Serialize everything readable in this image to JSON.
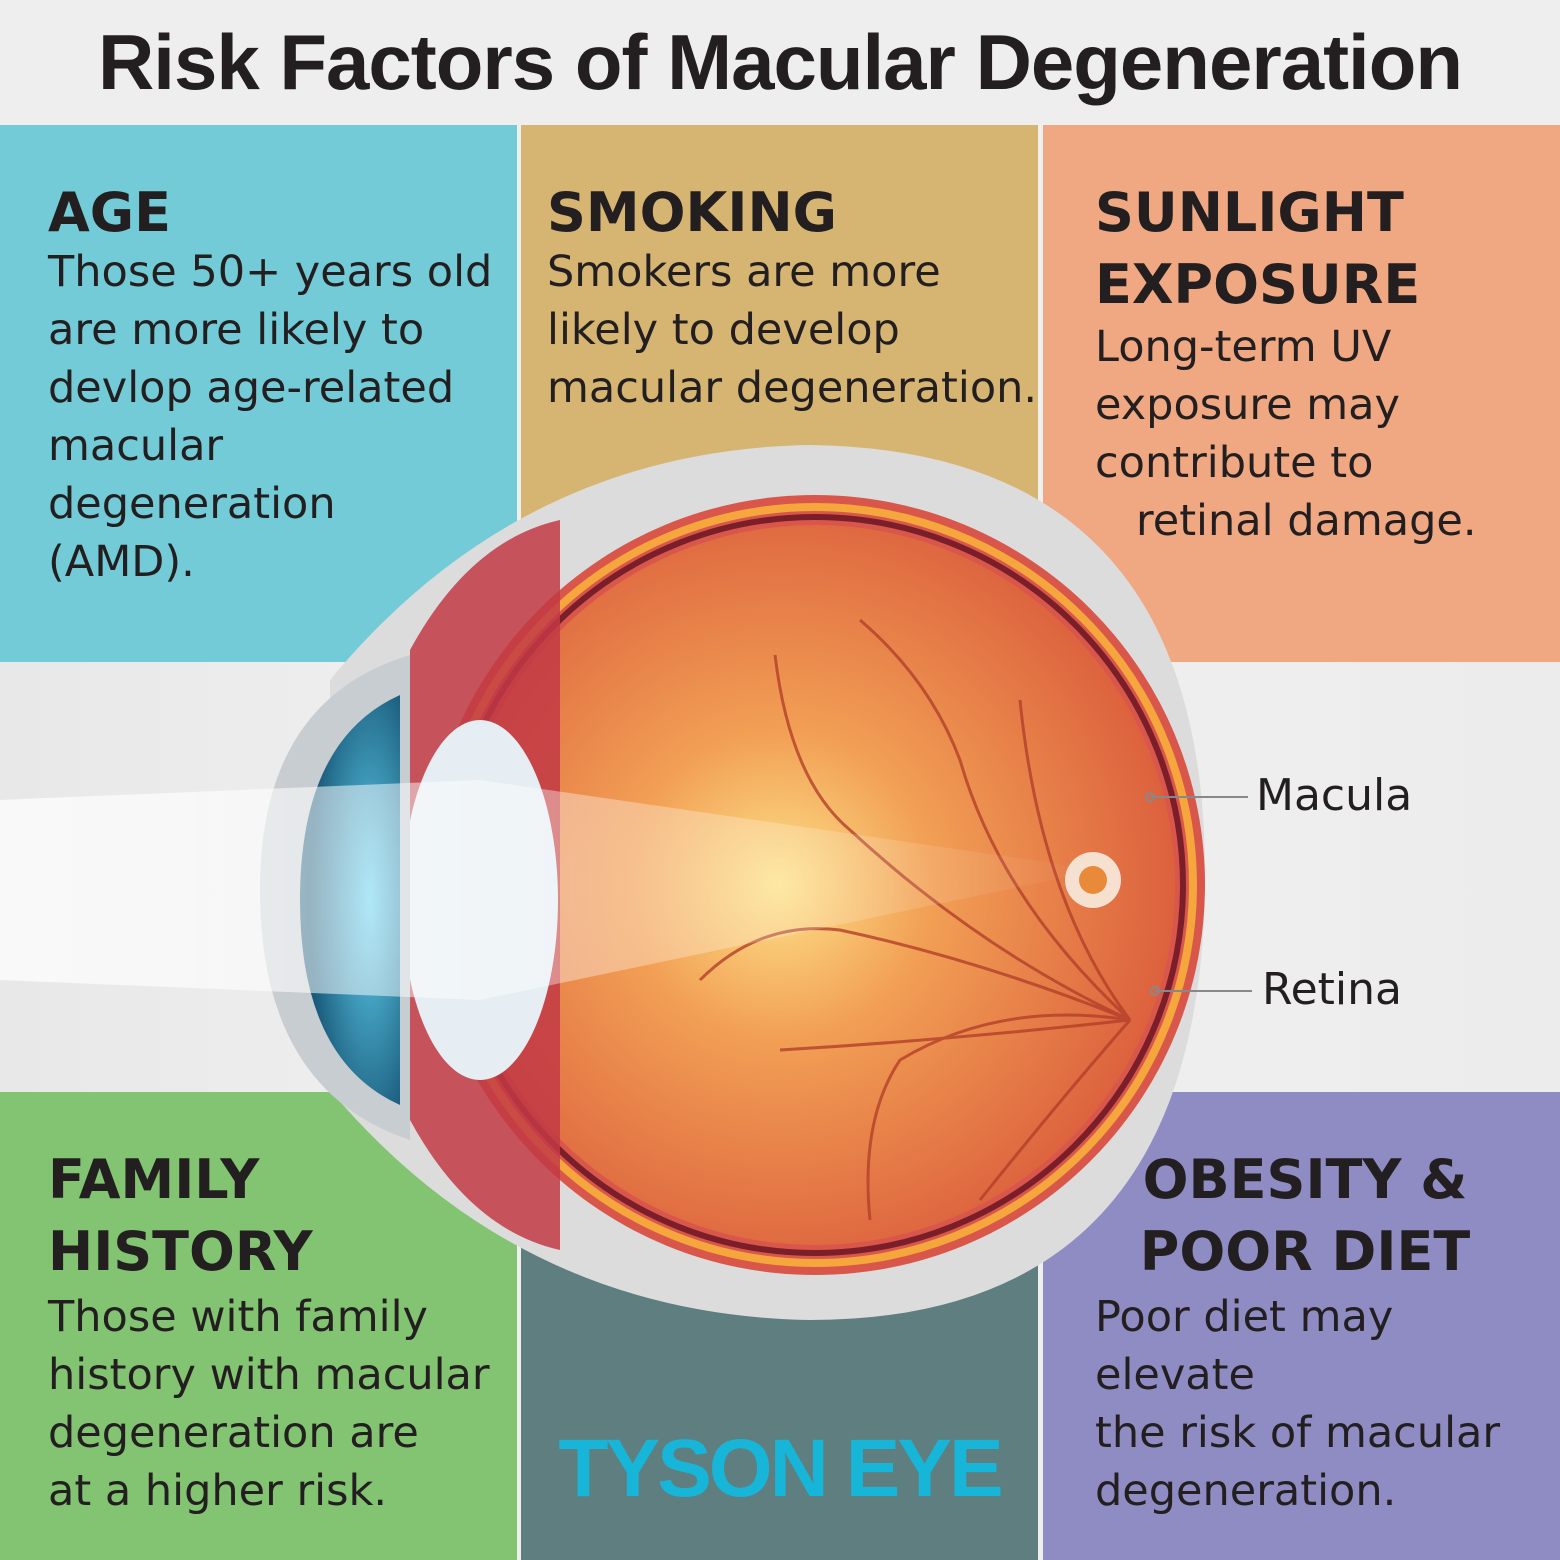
{
  "title": "Risk Factors of Macular Degeneration",
  "panels": {
    "age": {
      "heading": "AGE",
      "text": "Those 50+ years old\nare more likely to\ndevlop age-related\nmacular degeneration\n(AMD)."
    },
    "smoking": {
      "heading": "SMOKING",
      "text": "Smokers are more\nlikely to develop\nmacular degeneration."
    },
    "sunlight": {
      "heading": "SUNLIGHT\nEXPOSURE",
      "text": "Long-term UV\nexposure may\ncontribute to\n   retinal damage."
    },
    "family": {
      "heading": "FAMILY\nHISTORY",
      "text": "Those with family\nhistory with macular\ndegeneration are\nat a higher risk."
    },
    "obesity": {
      "heading": "OBESITY &\nPOOR DIET",
      "text": "Poor diet may elevate\nthe risk of macular\ndegeneration."
    }
  },
  "logo": "TYSON EYE",
  "labels": {
    "macula": "Macula",
    "retina": "Retina"
  },
  "colors": {
    "age": "#72cbd6",
    "smoking": "#d6b573",
    "sunlight": "#efa882",
    "family": "#83c472",
    "logo_bg": "#5e7e7f",
    "obesity": "#8f8cc4",
    "logo": "#17b5d8"
  }
}
